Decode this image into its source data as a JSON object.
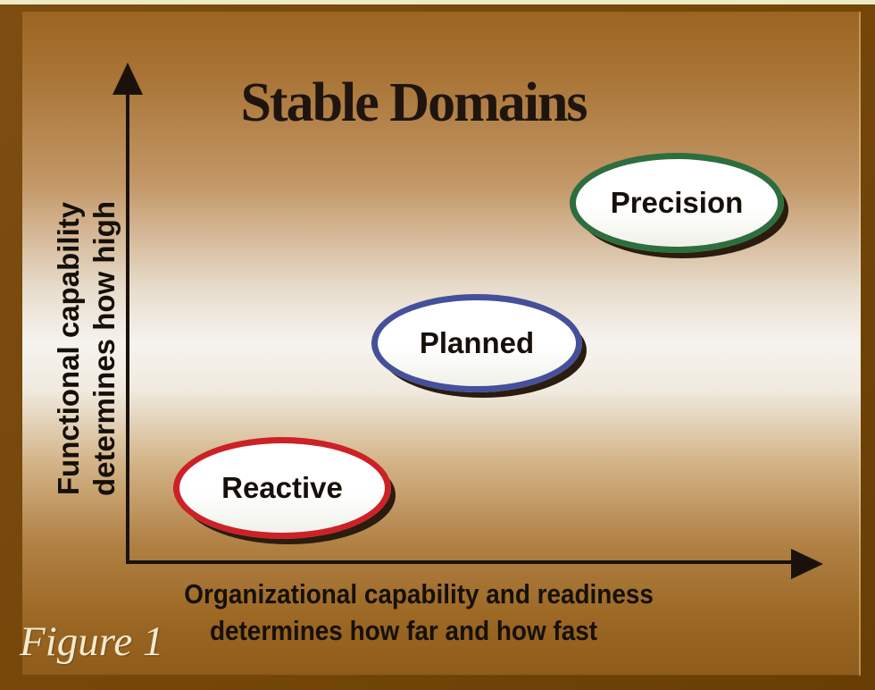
{
  "figure": {
    "title": "Stable Domains",
    "caption": "Figure 1"
  },
  "y_axis": {
    "label_line1": "Functional capability",
    "label_line2": "determines how high"
  },
  "x_axis": {
    "label_line1": "Organizational capability and readiness",
    "label_line2": "determines how far and how fast"
  },
  "domains": [
    {
      "label": "Reactive",
      "border_color": "#cc2127",
      "position": "bottom-left"
    },
    {
      "label": "Planned",
      "border_color": "#44509a",
      "position": "middle-center"
    },
    {
      "label": "Precision",
      "border_color": "#2d6e3e",
      "position": "top-right"
    }
  ],
  "colors": {
    "frame": "#744608",
    "top_strip": "#efeac6",
    "background_top": "#9c6421",
    "background_middle": "#f6f3ee",
    "background_bottom": "#8e5b1a",
    "axis": "#1a120a",
    "title_text": "#1f150e",
    "label_text": "#16100a",
    "caption_text": "#f4ead0",
    "ellipse_shadow": "#2a1c0e"
  }
}
